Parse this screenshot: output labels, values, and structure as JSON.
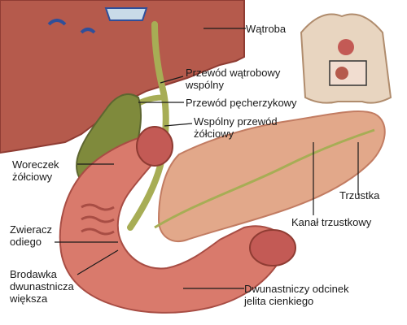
{
  "labels": {
    "watroba": "Wątroba",
    "przewod_watrobowy": [
      "Przewód wątrobowy",
      "wspólny"
    ],
    "przewod_pecherzykowy": "Przewód pęcherzykowy",
    "wspolny_przewod": [
      "Wspólny przewód",
      "żółciowy"
    ],
    "woreczek": [
      "Woreczek",
      "żółciowy"
    ],
    "trzustka": "Trzustka",
    "kanal": "Kanał trzustkowy",
    "zwieracz": [
      "Zwieracz",
      "odiego"
    ],
    "brodawka": [
      "Brodawka",
      "dwunastnicza",
      "większa"
    ],
    "dwunastnica": [
      "Dwunastniczy odcinek",
      "jelita cienkiego"
    ]
  },
  "colors": {
    "liver": "#b55a4c",
    "liver_dark": "#8f3c33",
    "gallbladder": "#7f8a3c",
    "duct": "#a7ad55",
    "pancreas": "#e2a88a",
    "duodenum": "#d97a6c",
    "duodenum_inner": "#c35a55",
    "leader": "#1a1a1a"
  }
}
